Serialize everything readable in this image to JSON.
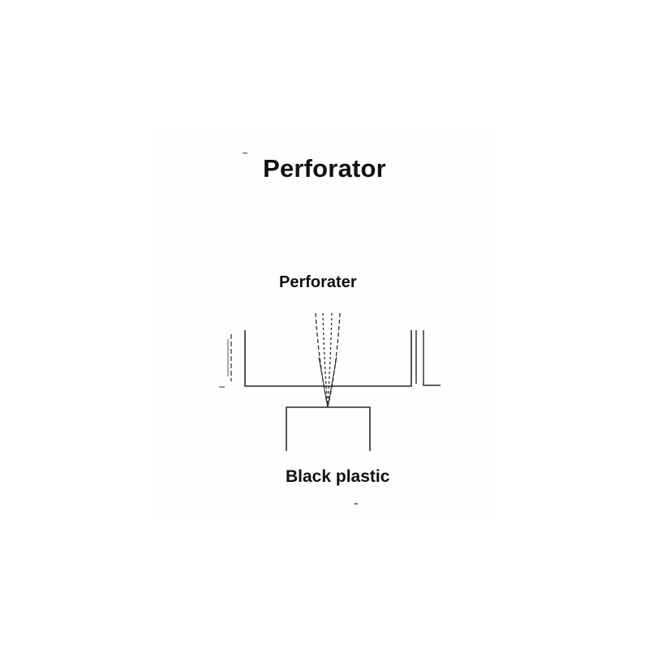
{
  "title": "Perforator",
  "labels": {
    "perforator": "Perforater",
    "material": "Black plastic"
  },
  "colors": {
    "line": "#2a2a2a",
    "background": "#ffffff"
  }
}
